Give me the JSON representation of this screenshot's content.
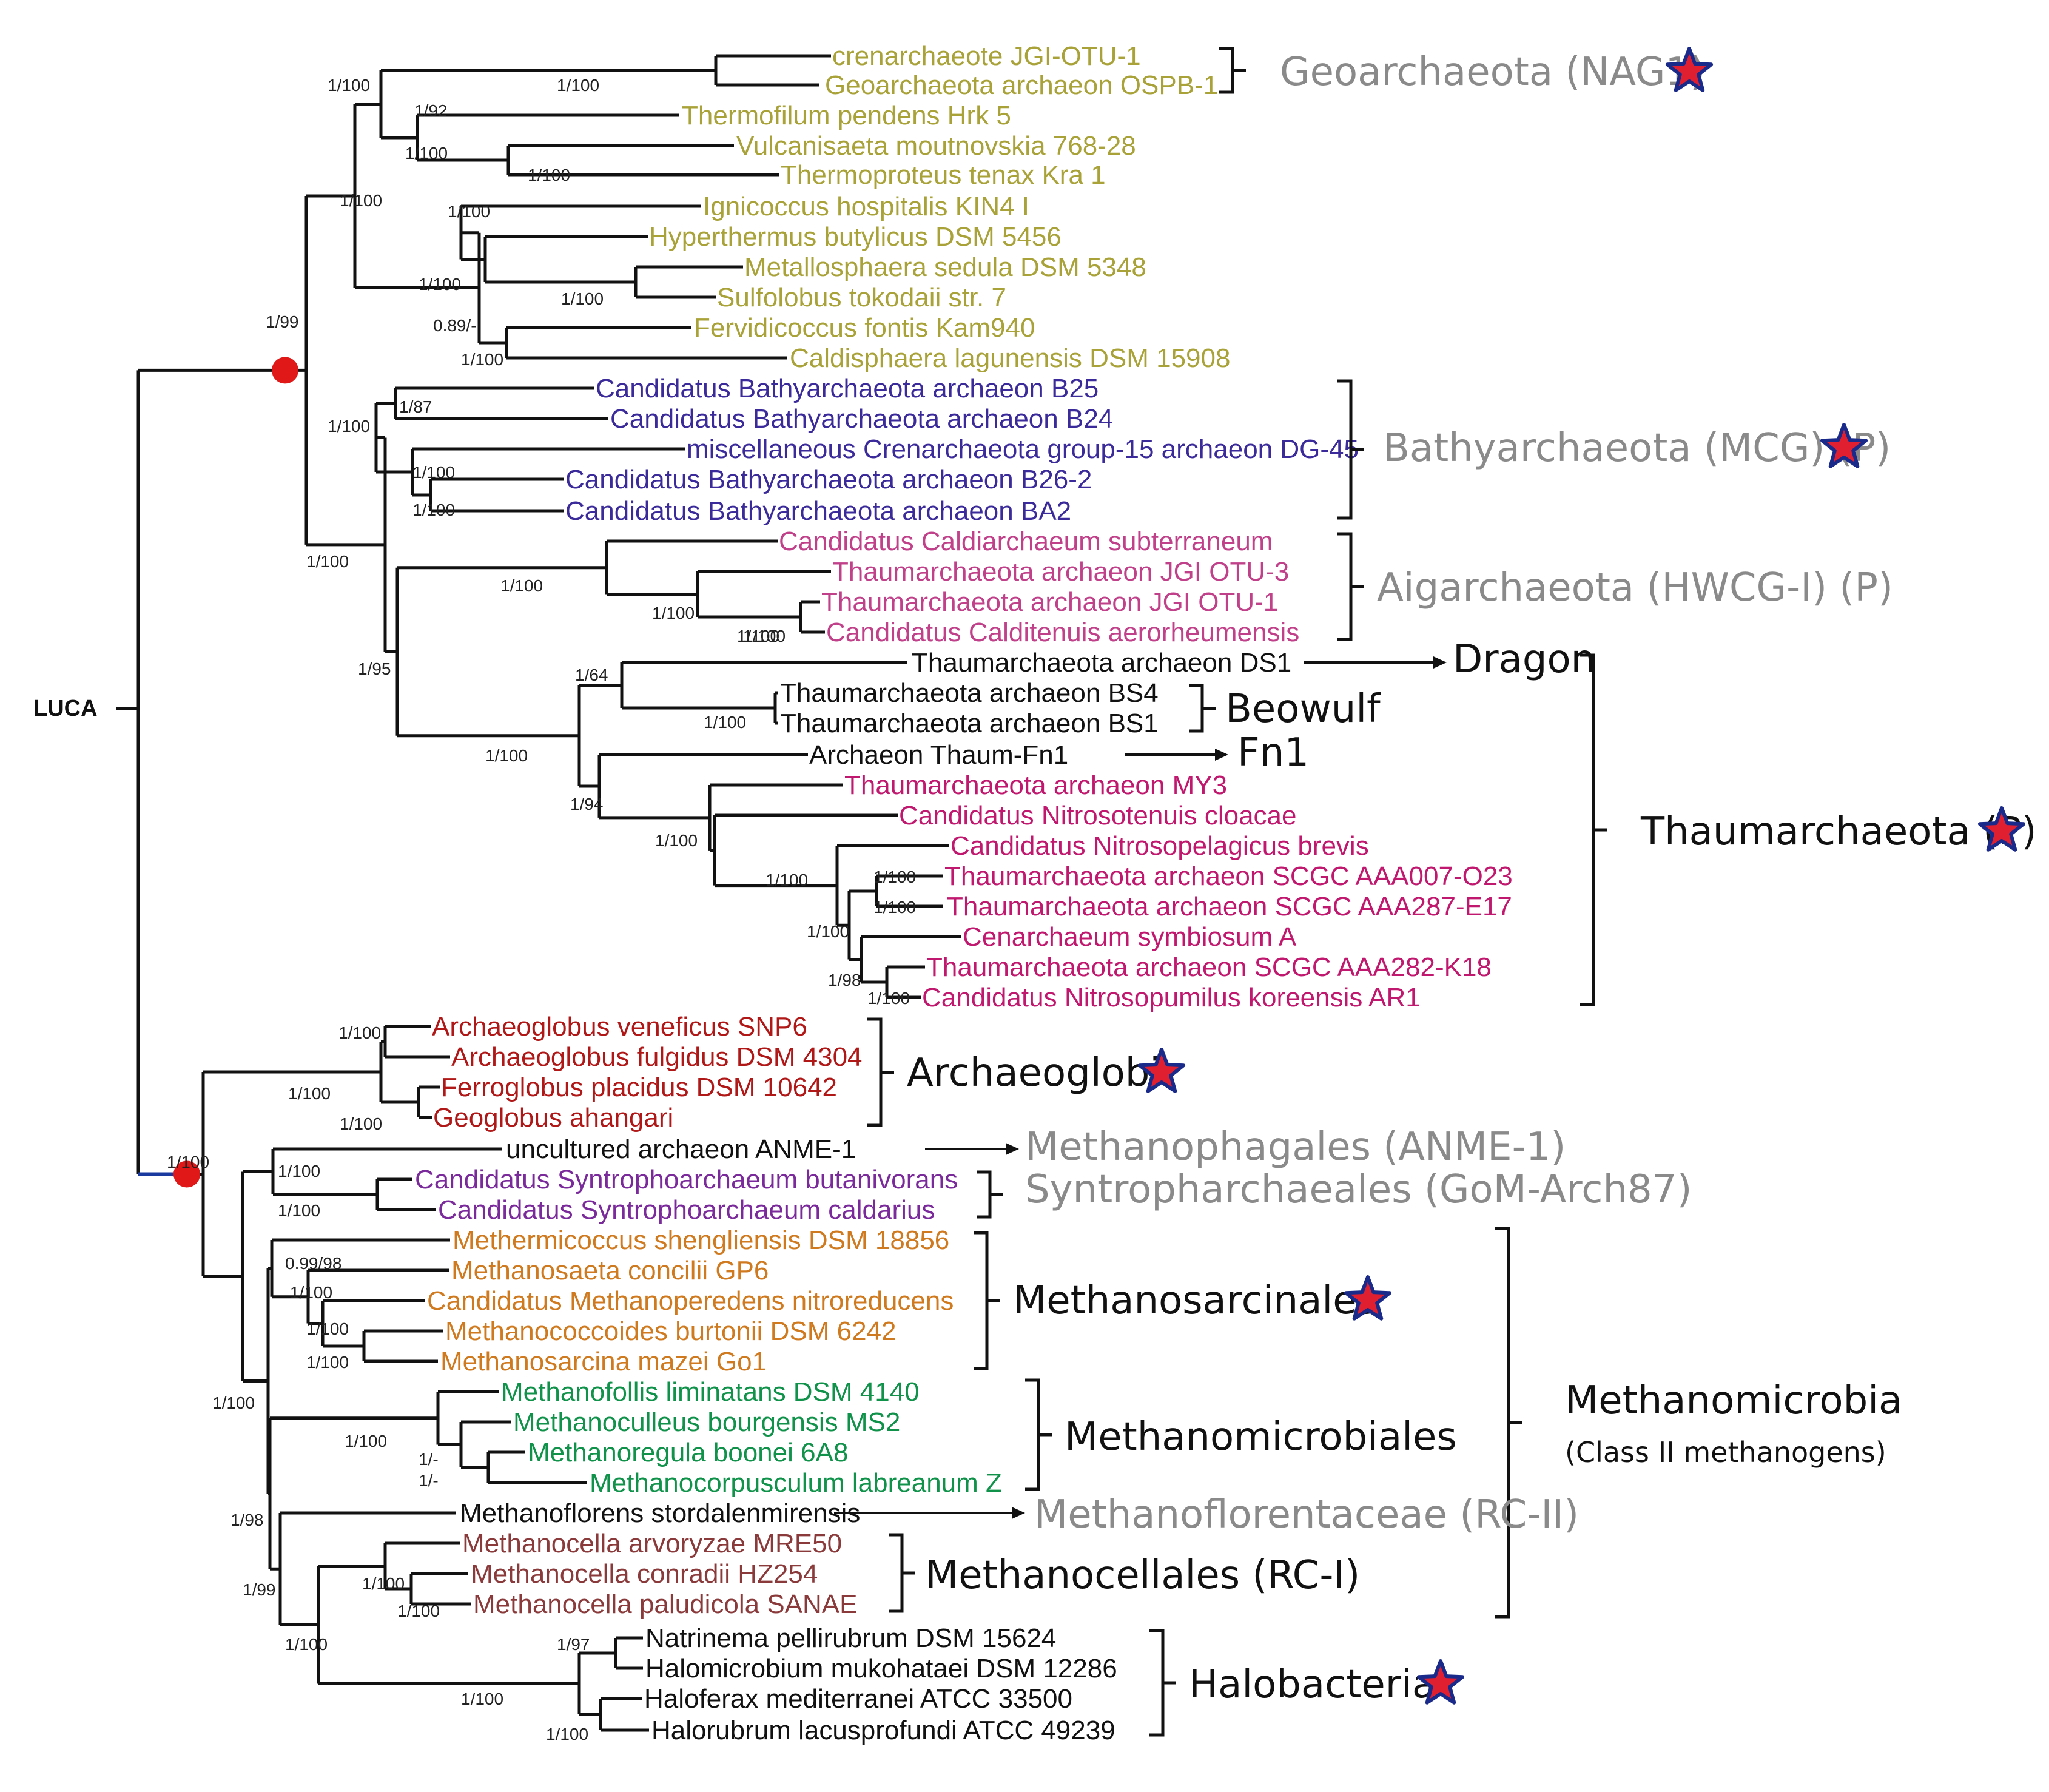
{
  "root_label": "LUCA",
  "colors": {
    "branch": "#111111",
    "crenarchaeota": "#a8a238",
    "bathyarchaeota": "#3a2a9a",
    "aigarchaeota": "#c0408a",
    "thaumarchaeota": "#c0186e",
    "archaeoglobi": "#b01818",
    "syntrophoarchaeum": "#7a2a9a",
    "methanosarcinales": "#d07a20",
    "methanomicrobiales": "#10924a",
    "methanocella": "#8a3a3a",
    "other": "#111111",
    "group_grey": "#8a8a8a",
    "star_fill": "#e02030",
    "star_outline": "#1a2a8a",
    "node_marker": "#e01818",
    "root_stub": "#1a3aa0"
  },
  "taxa": [
    {
      "label": "crenarchaeote JGI-OTU-1",
      "color": "crenarchaeota"
    },
    {
      "label": "Geoarchaeota archaeon OSPB-1",
      "color": "crenarchaeota"
    },
    {
      "label": "Thermofilum pendens Hrk 5",
      "color": "crenarchaeota"
    },
    {
      "label": "Vulcanisaeta moutnovskia 768-28",
      "color": "crenarchaeota"
    },
    {
      "label": "Thermoproteus tenax Kra 1",
      "color": "crenarchaeota"
    },
    {
      "label": "Ignicoccus hospitalis KIN4 I",
      "color": "crenarchaeota"
    },
    {
      "label": "Hyperthermus butylicus DSM 5456",
      "color": "crenarchaeota"
    },
    {
      "label": "Metallosphaera sedula DSM 5348",
      "color": "crenarchaeota"
    },
    {
      "label": "Sulfolobus tokodaii str. 7",
      "color": "crenarchaeota"
    },
    {
      "label": "Fervidicoccus fontis Kam940",
      "color": "crenarchaeota"
    },
    {
      "label": "Caldisphaera lagunensis DSM 15908",
      "color": "crenarchaeota"
    },
    {
      "label": "Candidatus Bathyarchaeota archaeon B25",
      "color": "bathyarchaeota"
    },
    {
      "label": "Candidatus Bathyarchaeota archaeon B24",
      "color": "bathyarchaeota"
    },
    {
      "label": "miscellaneous Crenarchaeota group-15 archaeon DG-45",
      "color": "bathyarchaeota"
    },
    {
      "label": "Candidatus Bathyarchaeota archaeon B26-2",
      "color": "bathyarchaeota"
    },
    {
      "label": "Candidatus Bathyarchaeota archaeon BA2",
      "color": "bathyarchaeota"
    },
    {
      "label": "Candidatus Caldiarchaeum subterraneum",
      "color": "aigarchaeota"
    },
    {
      "label": "Thaumarchaeota archaeon JGI OTU-3",
      "color": "aigarchaeota"
    },
    {
      "label": "Thaumarchaeota archaeon JGI OTU-1",
      "color": "aigarchaeota"
    },
    {
      "label": "Candidatus Calditenuis aerorheumensis",
      "color": "aigarchaeota"
    },
    {
      "label": "Thaumarchaeota archaeon DS1",
      "color": "other"
    },
    {
      "label": "Thaumarchaeota archaeon BS4",
      "color": "other"
    },
    {
      "label": "Thaumarchaeota archaeon BS1",
      "color": "other"
    },
    {
      "label": "Archaeon Thaum-Fn1",
      "color": "other"
    },
    {
      "label": "Thaumarchaeota archaeon MY3",
      "color": "thaumarchaeota"
    },
    {
      "label": "Candidatus Nitrosotenuis cloacae",
      "color": "thaumarchaeota"
    },
    {
      "label": "Candidatus Nitrosopelagicus brevis",
      "color": "thaumarchaeota"
    },
    {
      "label": "Thaumarchaeota archaeon SCGC AAA007-O23",
      "color": "thaumarchaeota"
    },
    {
      "label": "Thaumarchaeota archaeon SCGC AAA287-E17",
      "color": "thaumarchaeota"
    },
    {
      "label": "Cenarchaeum symbiosum A",
      "color": "thaumarchaeota"
    },
    {
      "label": "Thaumarchaeota archaeon SCGC AAA282-K18",
      "color": "thaumarchaeota"
    },
    {
      "label": "Candidatus Nitrosopumilus koreensis AR1",
      "color": "thaumarchaeota"
    },
    {
      "label": "Archaeoglobus veneficus SNP6",
      "color": "archaeoglobi"
    },
    {
      "label": "Archaeoglobus fulgidus DSM 4304",
      "color": "archaeoglobi"
    },
    {
      "label": "Ferroglobus placidus DSM 10642",
      "color": "archaeoglobi"
    },
    {
      "label": "Geoglobus ahangari",
      "color": "archaeoglobi"
    },
    {
      "label": "uncultured archaeon ANME-1",
      "color": "other"
    },
    {
      "label": "Candidatus Syntrophoarchaeum butanivorans",
      "color": "syntrophoarchaeum"
    },
    {
      "label": "Candidatus Syntrophoarchaeum caldarius",
      "color": "syntrophoarchaeum"
    },
    {
      "label": "Methermicoccus shengliensis DSM 18856",
      "color": "methanosarcinales"
    },
    {
      "label": "Methanosaeta concilii GP6",
      "color": "methanosarcinales"
    },
    {
      "label": "Candidatus Methanoperedens nitroreducens",
      "color": "methanosarcinales"
    },
    {
      "label": "Methanococcoides burtonii DSM 6242",
      "color": "methanosarcinales"
    },
    {
      "label": "Methanosarcina mazei Go1",
      "color": "methanosarcinales"
    },
    {
      "label": "Methanofollis liminatans DSM 4140",
      "color": "methanomicrobiales"
    },
    {
      "label": "Methanoculleus bourgensis MS2",
      "color": "methanomicrobiales"
    },
    {
      "label": "Methanoregula boonei 6A8",
      "color": "methanomicrobiales"
    },
    {
      "label": "Methanocorpusculum labreanum Z",
      "color": "methanomicrobiales"
    },
    {
      "label": "Methanoflorens stordalenmirensis",
      "color": "other"
    },
    {
      "label": "Methanocella arvoryzae MRE50",
      "color": "methanocella"
    },
    {
      "label": "Methanocella conradii HZ254",
      "color": "methanocella"
    },
    {
      "label": "Methanocella paludicola SANAE",
      "color": "methanocella"
    },
    {
      "label": "Natrinema pellirubrum DSM 15624",
      "color": "other"
    },
    {
      "label": "Halomicrobium mukohataei DSM 12286",
      "color": "other"
    },
    {
      "label": "Haloferax mediterranei ATCC 33500",
      "color": "other"
    },
    {
      "label": "Halorubrum lacusprofundi ATCC 49239",
      "color": "other"
    }
  ],
  "support_values": [
    "1/100",
    "1/100",
    "1/92",
    "1/100",
    "1/100",
    "1/100",
    "1/100",
    "1/100",
    "1/100",
    "0.89/-",
    "1/100",
    "1/99",
    "1/87",
    "1/100",
    "1/100",
    "1/100",
    "1/100",
    "1/100",
    "1/100",
    "1/100",
    "1/100",
    "1/95",
    "1/64",
    "1/100",
    "1/100",
    "1/94",
    "1/100",
    "1/100",
    "1/100",
    "1/100",
    "1/100",
    "1/98",
    "1/100",
    "1/100",
    "1/100",
    "1/100",
    "1/100",
    "1/100",
    "1/100",
    "0.99/98",
    "1/100",
    "1/100",
    "1/100",
    "1/100",
    "1/100",
    "1/-",
    "1/-",
    "1/98",
    "1/99",
    "1/100",
    "1/100",
    "1/100",
    "1/97",
    "1/100",
    "1/100"
  ],
  "groups": [
    {
      "label": "Geoarchaeota (NAG1)",
      "starred": true,
      "color": "group_grey"
    },
    {
      "label": "Bathyarchaeota (MCG) (P)",
      "starred": true,
      "color": "group_grey"
    },
    {
      "label": "Aigarchaeota (HWCG-I) (P)",
      "starred": false,
      "color": "group_grey"
    },
    {
      "label": "Dragon",
      "starred": false,
      "color": "other"
    },
    {
      "label": "Beowulf",
      "starred": false,
      "color": "other"
    },
    {
      "label": "Fn1",
      "starred": false,
      "color": "other"
    },
    {
      "label": "Thaumarchaeota (P)",
      "starred": true,
      "color": "other"
    },
    {
      "label": "Archaeoglobi",
      "starred": true,
      "color": "other"
    },
    {
      "label": "Methanophagales (ANME-1)",
      "starred": false,
      "color": "group_grey"
    },
    {
      "label": "Syntropharchaeales (GoM-Arch87)",
      "starred": false,
      "color": "group_grey"
    },
    {
      "label": "Methanosarcinales",
      "starred": true,
      "color": "other"
    },
    {
      "label": "Methanomicrobiales",
      "starred": false,
      "color": "other"
    },
    {
      "label": "Methanoflorentaceae (RC-II)",
      "starred": false,
      "color": "group_grey"
    },
    {
      "label": "Methanocellales (RC-I)",
      "starred": false,
      "color": "other"
    },
    {
      "label": "Halobacteria",
      "starred": true,
      "color": "other"
    },
    {
      "label": "Methanomicrobia",
      "starred": false,
      "color": "other"
    },
    {
      "label": "(Class II methanogens)",
      "starred": false,
      "color": "other"
    }
  ]
}
